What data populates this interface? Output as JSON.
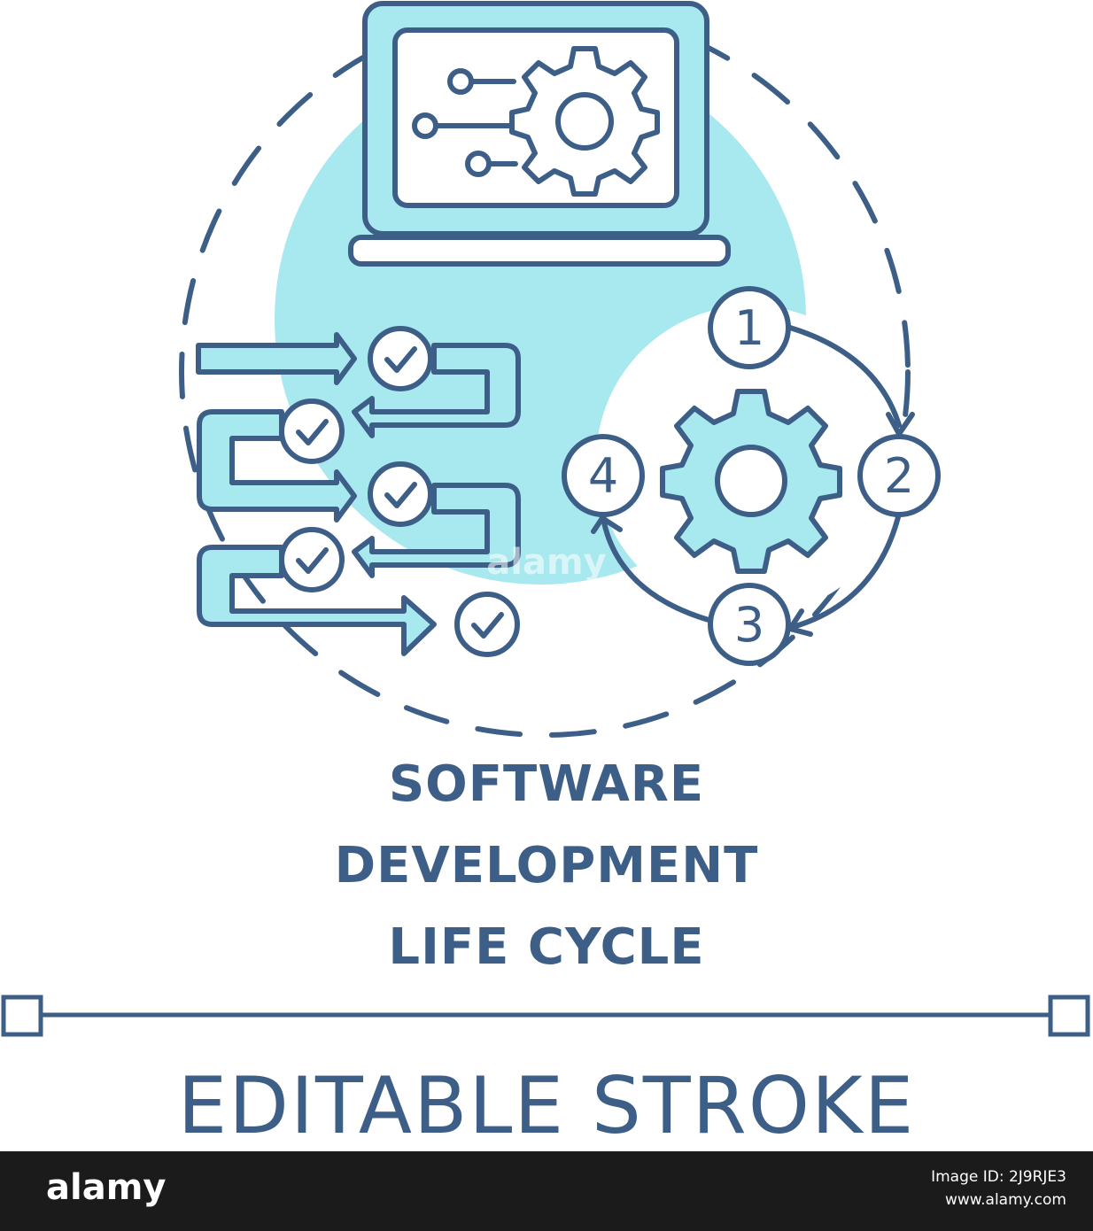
{
  "illustration": {
    "title_lines": [
      "SOFTWARE",
      "DEVELOPMENT",
      "LIFE CYCLE"
    ],
    "cycle_steps": [
      "1",
      "2",
      "3",
      "4"
    ],
    "caption": "EDITABLE STROKE",
    "colors": {
      "stroke": "#3d5f87",
      "fill": "#a8e8ef",
      "background": "#ffffff"
    },
    "icons": [
      "laptop-icon",
      "gear-icon",
      "circuit-icon",
      "checkmark-icon",
      "arrow-icon"
    ]
  },
  "watermark": "alamy",
  "footer": {
    "logo": "alamy",
    "image_id_line": "Image ID: 2J9RJE3",
    "site": "www.alamy.com"
  }
}
